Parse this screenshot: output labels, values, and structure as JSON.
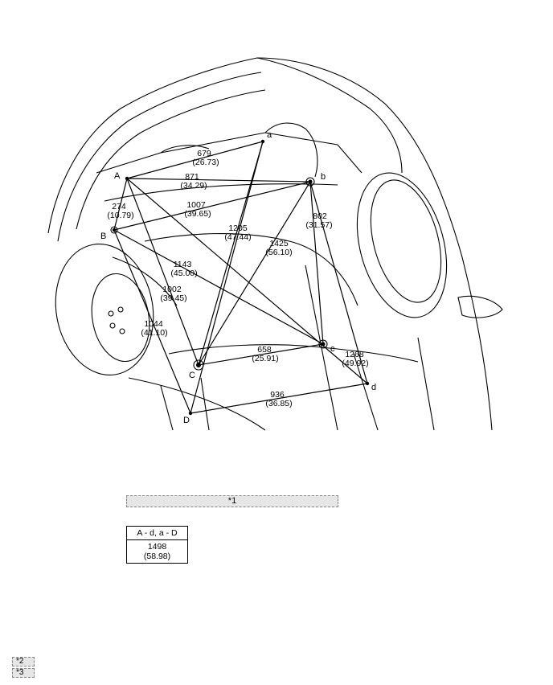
{
  "points": {
    "A": "A",
    "B": "B",
    "C": "C",
    "D": "D",
    "a": "a",
    "b": "b",
    "c": "c",
    "d": "d"
  },
  "dimensions": [
    {
      "id": "a-A",
      "mm": "679",
      "in": "(26.73)"
    },
    {
      "id": "b-A",
      "mm": "871",
      "in": "(34.29)"
    },
    {
      "id": "A-B",
      "mm": "274",
      "in": "(10.79)"
    },
    {
      "id": "b-B",
      "mm": "1007",
      "in": "(39.65)"
    },
    {
      "id": "b-c",
      "mm": "802",
      "in": "(31.57)"
    },
    {
      "id": "a-C",
      "mm": "1205",
      "in": "(47.44)"
    },
    {
      "id": "b-C",
      "mm": "1425",
      "in": "(56.10)"
    },
    {
      "id": "B-c",
      "mm": "1143",
      "in": "(45.00)"
    },
    {
      "id": "A-C",
      "mm": "1002",
      "in": "(39.45)"
    },
    {
      "id": "B-D",
      "mm": "1044",
      "in": "(41.10)"
    },
    {
      "id": "C-c",
      "mm": "658",
      "in": "(25.91)"
    },
    {
      "id": "b-d",
      "mm": "1268",
      "in": "(49.92)"
    },
    {
      "id": "D-d",
      "mm": "936",
      "in": "(36.85)"
    }
  ],
  "callout": {
    "label": "*1"
  },
  "table": {
    "header": "A - d, a - D",
    "mm": "1498",
    "in": "(58.98)"
  },
  "legend": {
    "item2": "*2",
    "item3": "*3"
  },
  "colors": {
    "line": "#000000",
    "callout_fill": "#e6e6e6",
    "callout_border": "#888888"
  }
}
